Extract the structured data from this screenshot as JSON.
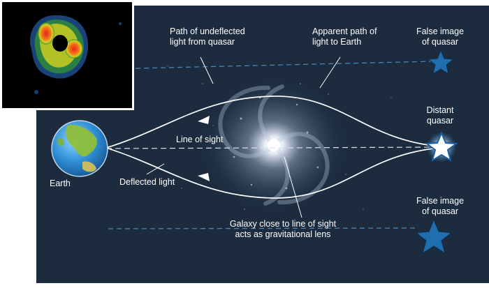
{
  "labels": {
    "undeflected_path": [
      "Path of undeflected",
      "light from quasar"
    ],
    "apparent_path": [
      "Apparent path of",
      "light to Earth"
    ],
    "false_image_top": [
      "False image",
      "of quasar"
    ],
    "distant_quasar": [
      "Distant",
      "quasar"
    ],
    "line_of_sight": "Line of sight",
    "earth": "Earth",
    "deflected_light": "Deflected light",
    "false_image_bottom": [
      "False image",
      "of quasar"
    ],
    "galaxy_lens": [
      "Galaxy close to line of sight",
      "acts as gravitational lens"
    ]
  },
  "colors": {
    "panel_background": "#1c2b3e",
    "light_path": "#ffffff",
    "dashed_line": "#4a86b8",
    "star": "#1f6fb0",
    "star_glow": "#bfe4ff",
    "earth_ocean": "#3a9ad9",
    "earth_land": "#8fbf3a",
    "inset_background": "#000000"
  },
  "icons": {
    "earth": "earth-globe-icon",
    "quasar": "star-icon",
    "galaxy": "spiral-galaxy-image",
    "inset": "radio-image-inset"
  }
}
